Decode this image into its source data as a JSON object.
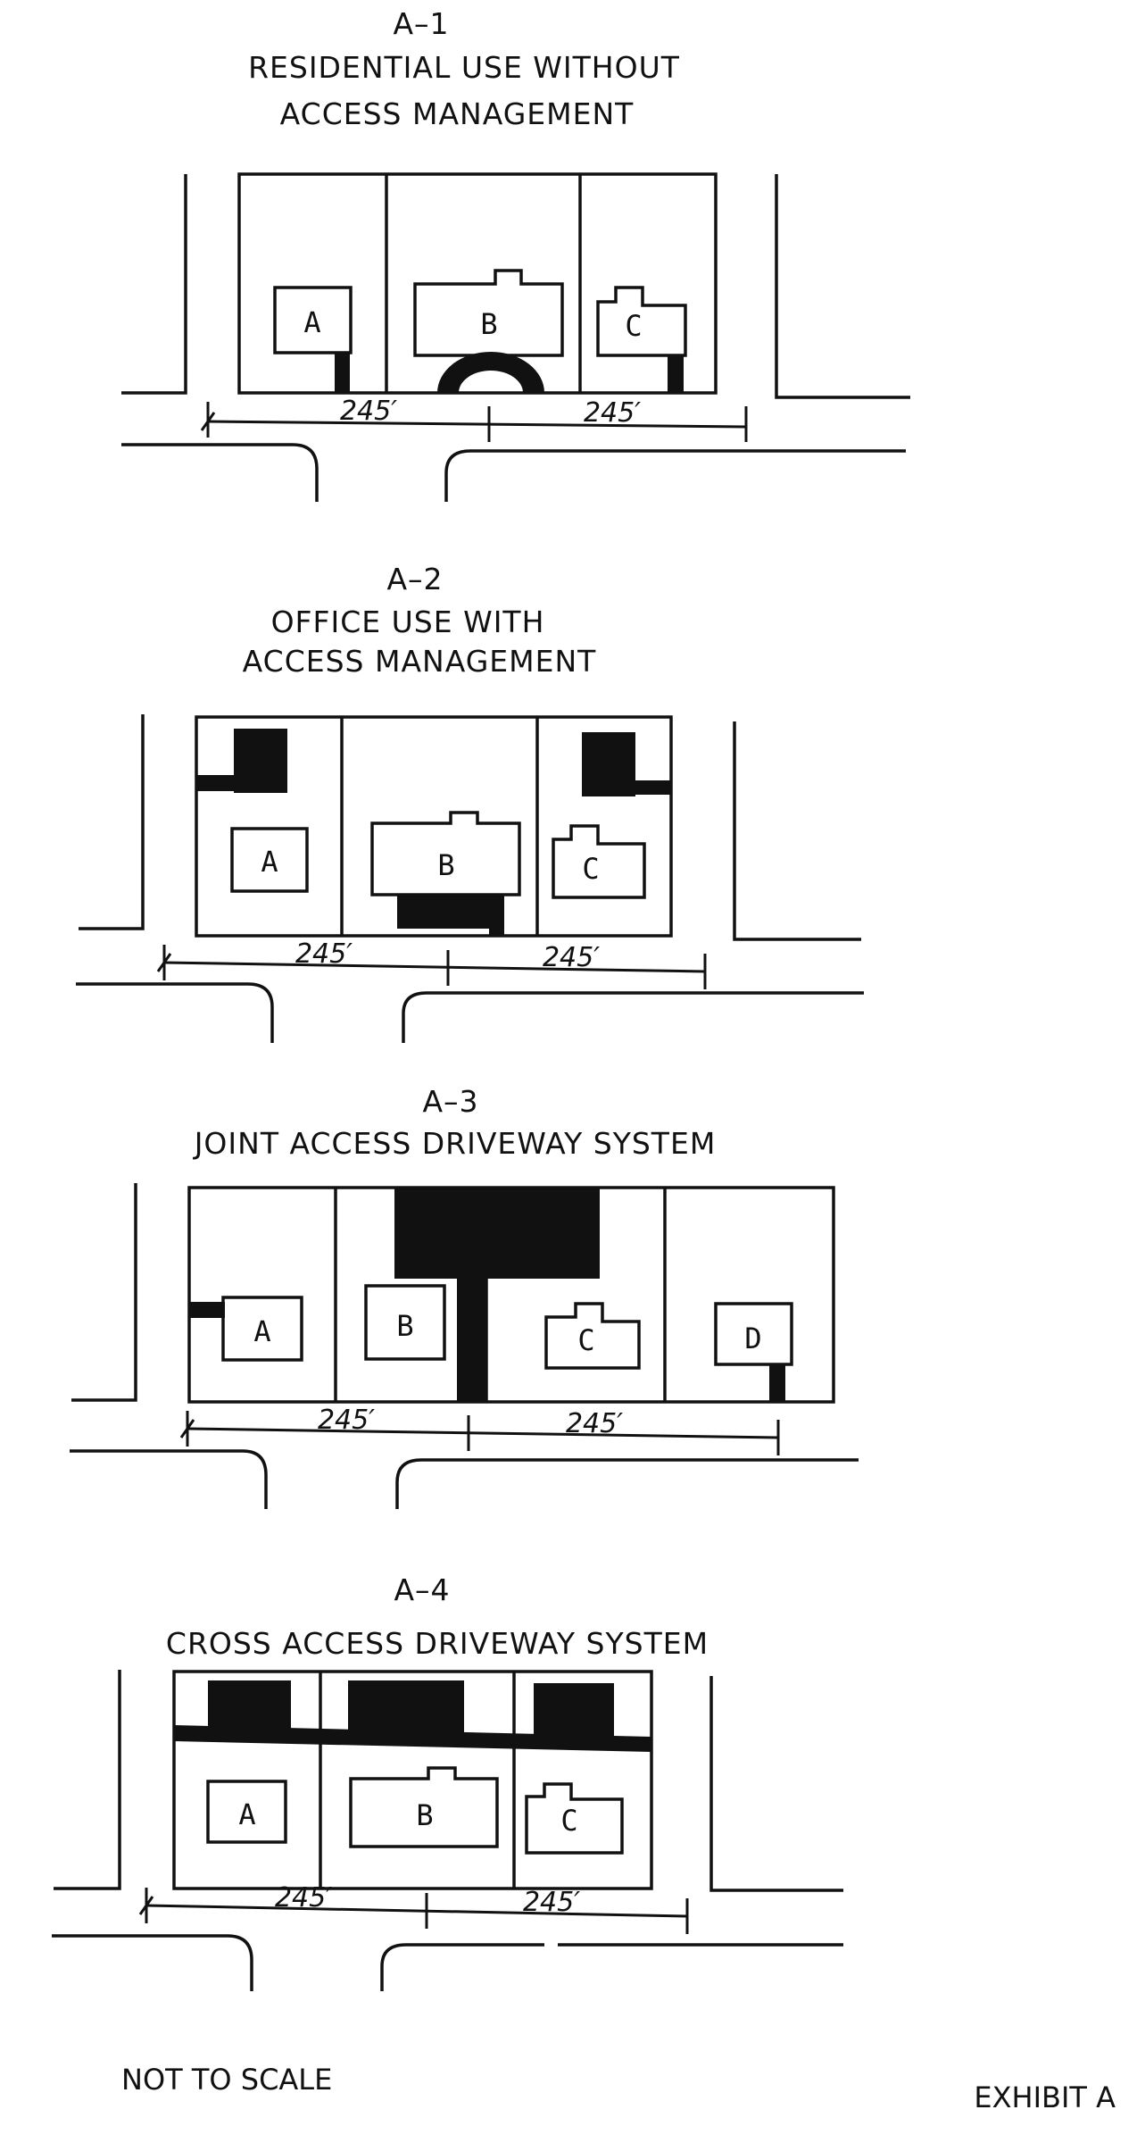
{
  "diagrams": [
    {
      "id": "A-1",
      "heading": "A–1",
      "title_lines": [
        "RESIDENTIAL USE WITHOUT",
        "ACCESS MANAGEMENT"
      ],
      "lots": [
        "A",
        "B",
        "C"
      ],
      "dimensions": [
        "245′",
        "245′"
      ]
    },
    {
      "id": "A-2",
      "heading": "A–2",
      "title_lines": [
        "OFFICE USE WITH",
        "ACCESS MANAGEMENT"
      ],
      "lots": [
        "A",
        "B",
        "C"
      ],
      "dimensions": [
        "245′",
        "245′"
      ]
    },
    {
      "id": "A-3",
      "heading": "A–3",
      "title_lines": [
        "JOINT ACCESS DRIVEWAY SYSTEM"
      ],
      "lots": [
        "A",
        "B",
        "C",
        "D"
      ],
      "dimensions": [
        "245′",
        "245′"
      ]
    },
    {
      "id": "A-4",
      "heading": "A–4",
      "title_lines": [
        "CROSS ACCESS DRIVEWAY SYSTEM"
      ],
      "lots": [
        "A",
        "B",
        "C"
      ],
      "dimensions": [
        "245′",
        "245′"
      ]
    }
  ],
  "footer": {
    "scale_note": "NOT TO SCALE",
    "exhibit_label": "EXHIBIT A"
  }
}
